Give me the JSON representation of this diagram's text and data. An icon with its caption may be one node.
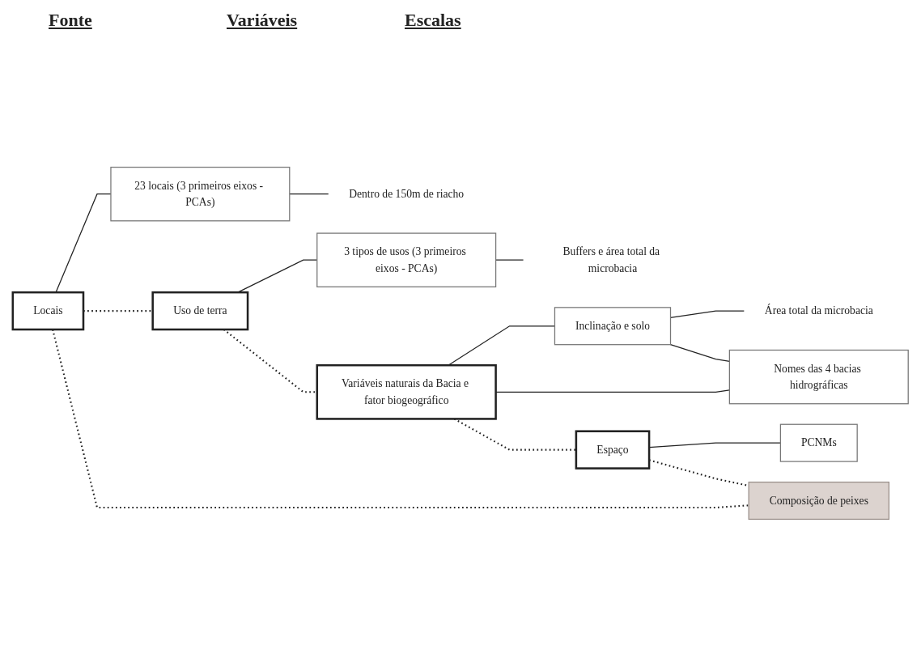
{
  "diagram": {
    "nodes": [
      {
        "text": [
          "Locais"
        ]
      },
      {
        "text": [
          "23 locais (3 primeiros eixos - PCAs)"
        ]
      },
      {
        "text": [
          "Dentro de 150m de riacho"
        ]
      },
      {
        "text": [
          "Uso de terra"
        ]
      },
      {
        "text": [
          "3 tipos de usos (3 primeiros eixos - PCAs)"
        ]
      },
      {
        "text": [
          "Buffers e área total da microbacia"
        ]
      },
      {
        "text": [
          "Variáveis naturais da Bacia e fator biogeográfico"
        ]
      },
      {
        "text": [
          "Inclinação e solo"
        ]
      },
      {
        "text": [
          "Área total da microbacia"
        ]
      },
      {
        "text": [
          "Nomes das 4 bacias hidrográficas"
        ]
      },
      {
        "text": [
          "Espaço"
        ]
      },
      {
        "text": [
          "PCNMs"
        ]
      },
      {
        "text": [
          "Composição de peixes"
        ]
      }
    ],
    "edges": [
      {
        "from": 0,
        "to": 1,
        "arrow": "none"
      },
      {
        "from": 1,
        "to": 2,
        "arrow": "none"
      },
      {
        "from": 3,
        "to": 4,
        "arrow": "none"
      },
      {
        "from": 4,
        "to": 5,
        "arrow": "none"
      },
      {
        "from": 6,
        "to": 7,
        "arrow": "none"
      },
      {
        "from": 6,
        "to": 9,
        "arrow": "none"
      },
      {
        "from": 7,
        "to": 9,
        "arrow": "none"
      },
      {
        "from": 7,
        "to": 8,
        "arrow": "none"
      },
      {
        "from": 10,
        "to": 11,
        "arrow": "none"
      },
      {
        "from": 0,
        "to": 3,
        "arrow": "none",
        "style": "dashed"
      },
      {
        "from": 3,
        "to": 6,
        "arrow": "none",
        "style": "dashed"
      },
      {
        "from": 6,
        "to": 10,
        "arrow": "none",
        "style": "dashed"
      },
      {
        "from": 0,
        "to": 12,
        "arrow": "none",
        "style": "dashed"
      },
      {
        "from": 10,
        "to": 12,
        "arrow": "none",
        "style": "dashed"
      }
    ],
    "labels": [
      "Fonte",
      "Variáveis",
      "Escalas"
    ]
  }
}
